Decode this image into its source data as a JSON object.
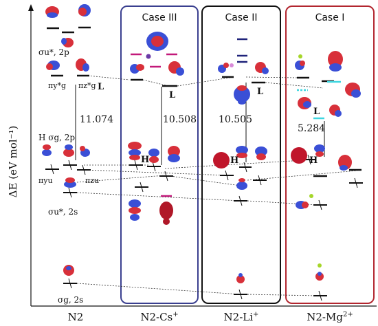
{
  "y_axis_label": "ΔE (eV mol⁻¹)",
  "columns": [
    {
      "id": "n2",
      "label": "N2",
      "label_sup": ""
    },
    {
      "id": "cs",
      "label": "N2-Cs",
      "label_sup": "+"
    },
    {
      "id": "li",
      "label": "N2-Li",
      "label_sup": "+"
    },
    {
      "id": "mg",
      "label": "N2-Mg",
      "label_sup": "2+"
    }
  ],
  "cases": [
    {
      "id": "case3",
      "title": "Case III",
      "color": "#3a3f8f"
    },
    {
      "id": "case2",
      "title": "Case II",
      "color": "#111111"
    },
    {
      "id": "case1",
      "title": "Case I",
      "color": "#b2262f"
    }
  ],
  "orbital_labels": {
    "sigma_u_star_2p": "σu*, 2p",
    "pi_g_y_star": "πy*g",
    "pi_g_z_star": "πz*g",
    "sigma_g_2p": "H σg, 2p",
    "pi_u_y": "πyu",
    "pi_u_z": "πzu",
    "sigma_u_star_2s": "σu*, 2s",
    "sigma_g_2s": "σg, 2s",
    "L": "L",
    "H": "H"
  },
  "gaps": {
    "n2": "11.074",
    "cs": "10.508",
    "li": "10.505",
    "mg": "5.284"
  },
  "colors": {
    "lobe_red": "#d8303a",
    "lobe_blue": "#3a4fd6",
    "magenta_level": "#c2197a",
    "navy_level": "#1f237a",
    "cyan_level": "#3fd6e0",
    "electron_level": "#111111",
    "dotted": "#333333"
  }
}
